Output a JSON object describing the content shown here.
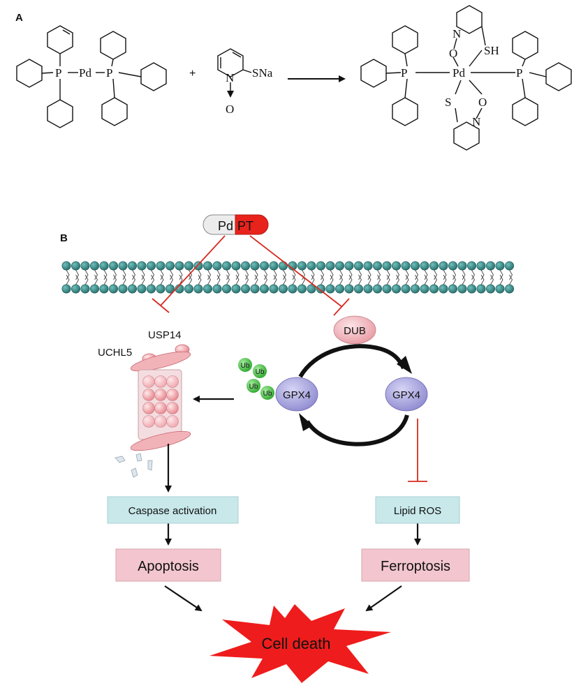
{
  "panels": {
    "a": {
      "label": "A"
    },
    "b": {
      "label": "B"
    }
  },
  "scheme_a": {
    "reactant1": {
      "atoms": {
        "p_left": "P",
        "pd": "Pd",
        "p_right": "P"
      }
    },
    "plus": "+",
    "reactant2": {
      "atoms": {
        "n": "N",
        "sna": "SNa",
        "o": "O"
      }
    },
    "product": {
      "atoms": {
        "p_left": "P",
        "pd": "Pd",
        "p_right": "P",
        "n_top": "N",
        "sh": "SH",
        "o_top": "O",
        "s_bottom": "S",
        "o_bottom": "O",
        "n_bottom": "N"
      }
    }
  },
  "pathway_b": {
    "drug": {
      "left": "Pd",
      "right": "PT"
    },
    "usp14": "USP14",
    "uchl5": "UCHL5",
    "dub": "DUB",
    "ub": [
      "Ub",
      "Ub",
      "Ub",
      "Ub"
    ],
    "gpx4_left": "GPX4",
    "gpx4_right": "GPX4",
    "caspase_activation": "Caspase activation",
    "lipid_ros": "Lipid ROS",
    "apoptosis": "Apoptosis",
    "ferroptosis": "Ferroptosis",
    "cell_death": "Cell death"
  },
  "colors": {
    "inhibit_red": "#d62a20",
    "membrane_teal": "#3a8f8c",
    "label_box_blue": "#c8e8ea",
    "outcome_box_pink": "#f3c6cf",
    "gpx4_purple": "#a9a6e0",
    "ub_green": "#4cc24a",
    "burst_red": "#ee1c1c"
  }
}
